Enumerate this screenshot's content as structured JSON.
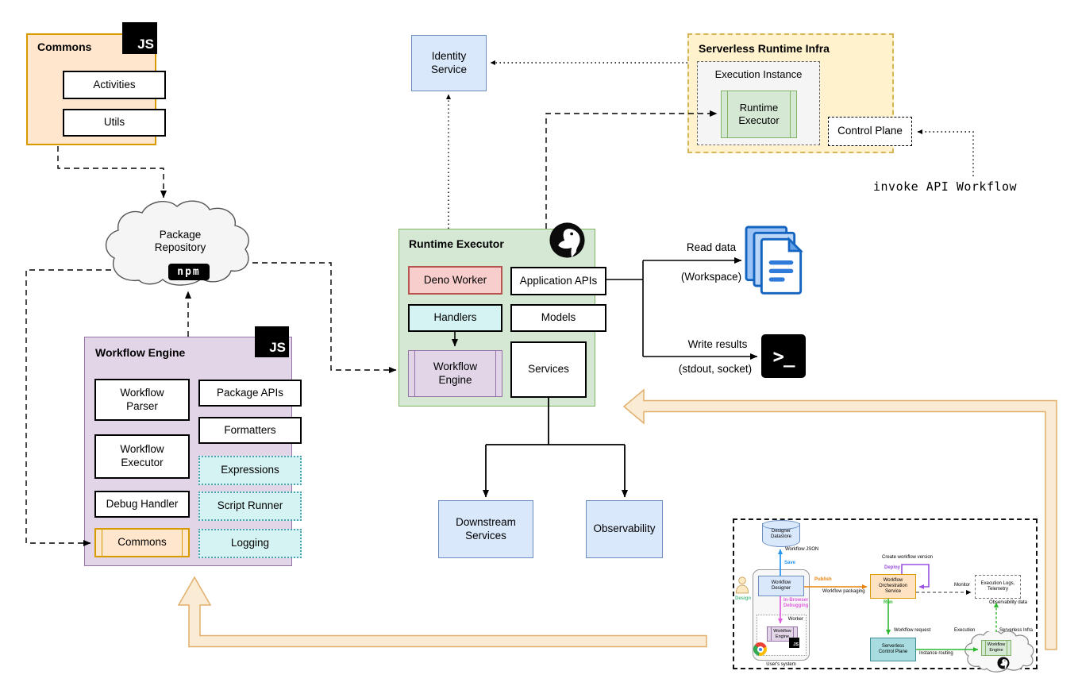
{
  "colors": {
    "orange_fill": "#FFE6CC",
    "orange_stroke": "#D79B00",
    "yellow_fill": "#FFF2CC",
    "yellow_stroke": "#D6B656",
    "green_fill": "#D5E8D4",
    "green_stroke": "#82B366",
    "blue_fill": "#DAE8FC",
    "blue_stroke": "#6C8EBF",
    "purple_fill": "#E1D5E7",
    "purple_stroke": "#9673A6",
    "red_fill": "#F8CECC",
    "red_stroke": "#B85450",
    "cyan_fill": "#D6F3F4",
    "cyan_stroke": "#4BA3AD",
    "big_arrow_fill": "#FAEBD5",
    "big_arrow_stroke": "#E2AF6B",
    "doc_icon_blue": "#1565C0",
    "terminal_black": "#000000"
  },
  "commons_module": {
    "title": "Commons",
    "badge": "JS",
    "activities": "Activities",
    "utils": "Utils"
  },
  "package_repository": {
    "label": "Package Repository",
    "logo": "npm"
  },
  "identity_service": {
    "label": "Identity Service"
  },
  "serverless_infra": {
    "title": "Serverless Runtime Infra",
    "execution_instance": "Execution Instance",
    "runtime_executor": "Runtime Executor",
    "control_plane": "Control Plane"
  },
  "invoke_label": "invoke API Workflow",
  "runtime_executor": {
    "title": "Runtime Executor",
    "deno_worker": "Deno Worker",
    "application_apis": "Application APIs",
    "handlers": "Handlers",
    "models": "Models",
    "workflow_engine": "Workflow Engine",
    "services": "Services"
  },
  "io": {
    "read": "Read data",
    "read_sub": "(Workspace)",
    "write": "Write results",
    "write_sub": "(stdout, socket)",
    "terminal_glyph": ">_"
  },
  "workflow_engine_pkg": {
    "title": "Workflow Engine",
    "badge": "JS",
    "workflow_parser": "Workflow Parser",
    "package_apis": "Package APIs",
    "formatters": "Formatters",
    "workflow_executor": "Workflow Executor",
    "expressions": "Expressions",
    "debug_handler": "Debug Handler",
    "script_runner": "Script Runner",
    "commons": "Commons",
    "logging": "Logging"
  },
  "downstream_services": "Downstream Services",
  "observability": "Observability",
  "mini": {
    "designer_datastore": "Designer Datastore",
    "workflow_json": "Workflow JSON",
    "save": "Save",
    "design": "Design",
    "workflow_designer": "Workflow Designer",
    "in_browser_debugging": "In-Browser Debugging",
    "worker": "Worker",
    "workflow_engine_browser": "Workflow Engine",
    "js_badge": "JS",
    "users_system": "User's system",
    "publish": "Publish",
    "workflow_packaging": "Workflow packaging",
    "create_workflow_version": "Create workflow version",
    "deploy": "Deploy",
    "workflow_orchestration_service": "Workflow Orchestration Service",
    "run": "Run",
    "workflow_request": "Workflow request",
    "serverless_control_plane": "Serverless Control Plane",
    "instance_routing": "Instance routing",
    "execution": "Execution",
    "serverless_infra": "Serverless Infra",
    "workflow_engine_serverless": "Workflow Engine",
    "monitor": "Monitor",
    "execution_logs": "Execution Logs, Telemetry",
    "observability_data": "Observability data"
  }
}
